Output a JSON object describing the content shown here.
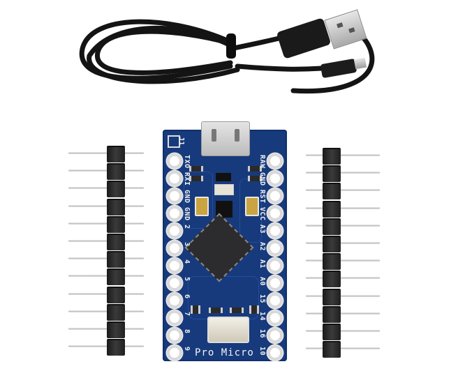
{
  "scene": {
    "description": "Product photo of a Pro Micro development board with two pin headers and a USB cable on white background",
    "background_color": "#ffffff"
  },
  "cable": {
    "type": "USB-A to Micro-USB cable",
    "color": "#111111",
    "connectors": [
      "USB-A male",
      "Micro-USB male"
    ]
  },
  "board": {
    "title": "Pro Micro",
    "pcb_color": "#173a7c",
    "designator": "J1",
    "left_pins": [
      "TXO",
      "RXI",
      "GND",
      "GND",
      "2",
      "3",
      "4",
      "5",
      "6",
      "7",
      "8",
      "9"
    ],
    "right_pins": [
      "RAW",
      "GND",
      "RST",
      "VCC",
      "A3",
      "A2",
      "A1",
      "A0",
      "15",
      "14",
      "16",
      "10"
    ],
    "components": [
      "micro-usb-port",
      "microcontroller-qfn",
      "tantalum-capacitor",
      "tantalum-capacitor",
      "voltage-regulator",
      "crystal-oscillator",
      "smd-resistors",
      "leds"
    ]
  },
  "headers": {
    "left": {
      "pin_count": 12
    },
    "right": {
      "pin_count": 12
    }
  }
}
